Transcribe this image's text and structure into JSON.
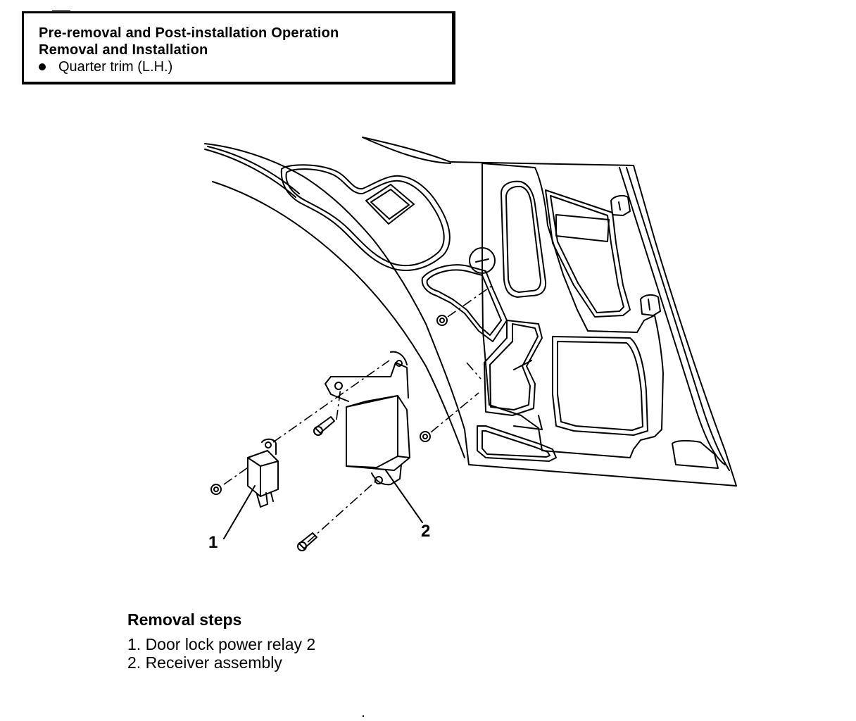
{
  "info_box": {
    "line1": "Pre-removal and Post-installation Operation",
    "line2": "Removal and Installation",
    "bullet_item": "Quarter trim (L.H.)"
  },
  "callouts": {
    "relay": "1",
    "receiver": "2"
  },
  "removal_steps": {
    "title": "Removal steps",
    "items": [
      "1. Door lock power relay 2",
      "2. Receiver assembly"
    ]
  }
}
